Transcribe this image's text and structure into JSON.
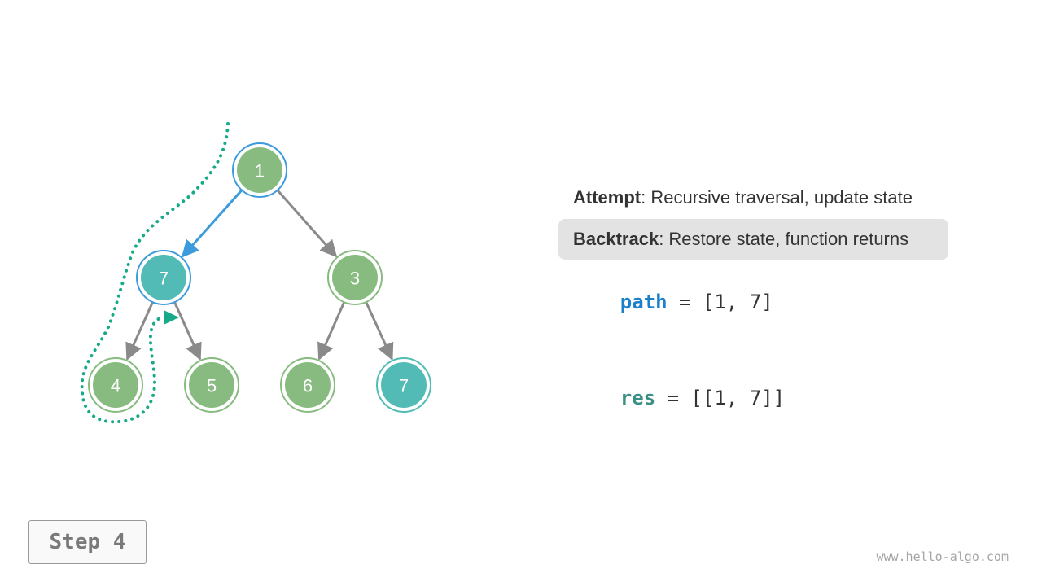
{
  "tree": {
    "nodes": [
      {
        "id": "n1",
        "label": "1",
        "state": "path"
      },
      {
        "id": "n7",
        "label": "7",
        "state": "current"
      },
      {
        "id": "n3",
        "label": "3",
        "state": "normal"
      },
      {
        "id": "n4",
        "label": "4",
        "state": "normal"
      },
      {
        "id": "n5",
        "label": "5",
        "state": "normal"
      },
      {
        "id": "n6",
        "label": "6",
        "state": "normal"
      },
      {
        "id": "n7b",
        "label": "7",
        "state": "match"
      }
    ],
    "edges": [
      {
        "from": "n1",
        "to": "n7",
        "highlight": true
      },
      {
        "from": "n1",
        "to": "n3",
        "highlight": false
      },
      {
        "from": "n7",
        "to": "n4",
        "highlight": false
      },
      {
        "from": "n7",
        "to": "n5",
        "highlight": false
      },
      {
        "from": "n3",
        "to": "n6",
        "highlight": false
      },
      {
        "from": "n3",
        "to": "n7b",
        "highlight": false
      }
    ]
  },
  "legend": {
    "attempt": {
      "term": "Attempt",
      "desc": ": Recursive traversal, update state"
    },
    "backtrack": {
      "term": "Backtrack",
      "desc": ": Restore state, function returns"
    }
  },
  "code": {
    "path": {
      "name": "path",
      "rest": " = [1, 7]"
    },
    "res": {
      "name": "res",
      "rest": " = [[1, 7]]"
    }
  },
  "step_label": "Step 4",
  "watermark": "www.hello-algo.com",
  "colors": {
    "node_fill": "#88bb80",
    "node_ring": "#88bb80",
    "current_fill": "#52bbb5",
    "path_ring": "#3b9bdc",
    "match_ring": "#52bbb5",
    "edge": "#8a8a8a",
    "edge_highlight": "#3b9bdc",
    "trace": "#17aa88"
  }
}
